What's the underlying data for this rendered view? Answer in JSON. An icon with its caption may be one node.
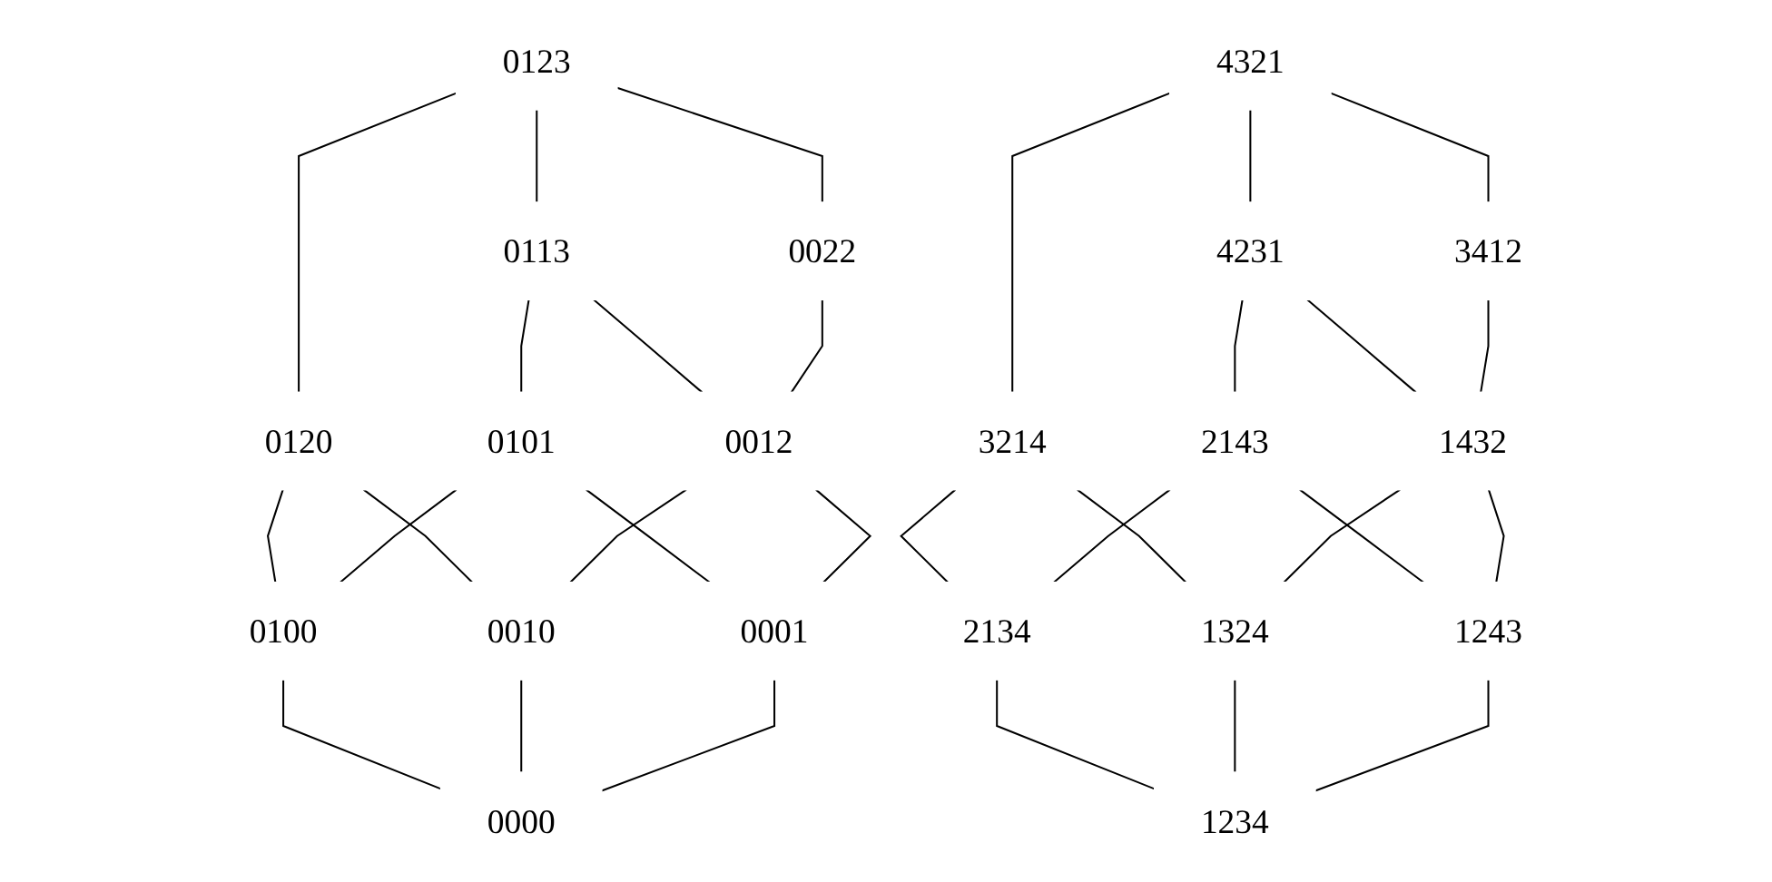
{
  "diagram": {
    "nodes": [
      {
        "text": [
          "0123"
        ]
      },
      {
        "text": [
          "0113"
        ]
      },
      {
        "text": [
          "0022"
        ]
      },
      {
        "text": [
          "0120"
        ]
      },
      {
        "text": [
          "0101"
        ]
      },
      {
        "text": [
          "0012"
        ]
      },
      {
        "text": [
          "0100"
        ]
      },
      {
        "text": [
          "0010"
        ]
      },
      {
        "text": [
          "0001"
        ]
      },
      {
        "text": [
          "0000"
        ]
      },
      {
        "text": [
          "4321"
        ]
      },
      {
        "text": [
          "4231"
        ]
      },
      {
        "text": [
          "3412"
        ]
      },
      {
        "text": [
          "3214"
        ]
      },
      {
        "text": [
          "2143"
        ]
      },
      {
        "text": [
          "1432"
        ]
      },
      {
        "text": [
          "2134"
        ]
      },
      {
        "text": [
          "1324"
        ]
      },
      {
        "text": [
          "1243"
        ]
      },
      {
        "text": [
          "1234"
        ]
      }
    ],
    "edges": [
      {
        "from": 0,
        "to": 3,
        "arrow": "none"
      },
      {
        "from": 0,
        "to": 1,
        "arrow": "none"
      },
      {
        "from": 0,
        "to": 2,
        "arrow": "none"
      },
      {
        "from": 1,
        "to": 4,
        "arrow": "none"
      },
      {
        "from": 1,
        "to": 5,
        "arrow": "none"
      },
      {
        "from": 2,
        "to": 5,
        "arrow": "none"
      },
      {
        "from": 3,
        "to": 6,
        "arrow": "none"
      },
      {
        "from": 3,
        "to": 7,
        "arrow": "none"
      },
      {
        "from": 4,
        "to": 6,
        "arrow": "none"
      },
      {
        "from": 4,
        "to": 8,
        "arrow": "none"
      },
      {
        "from": 5,
        "to": 7,
        "arrow": "none"
      },
      {
        "from": 5,
        "to": 8,
        "arrow": "none"
      },
      {
        "from": 6,
        "to": 9,
        "arrow": "none"
      },
      {
        "from": 7,
        "to": 9,
        "arrow": "none"
      },
      {
        "from": 8,
        "to": 9,
        "arrow": "none"
      },
      {
        "from": 10,
        "to": 13,
        "arrow": "none"
      },
      {
        "from": 10,
        "to": 11,
        "arrow": "none"
      },
      {
        "from": 10,
        "to": 12,
        "arrow": "none"
      },
      {
        "from": 11,
        "to": 14,
        "arrow": "none"
      },
      {
        "from": 11,
        "to": 15,
        "arrow": "none"
      },
      {
        "from": 12,
        "to": 15,
        "arrow": "none"
      },
      {
        "from": 13,
        "to": 16,
        "arrow": "none"
      },
      {
        "from": 13,
        "to": 17,
        "arrow": "none"
      },
      {
        "from": 14,
        "to": 16,
        "arrow": "none"
      },
      {
        "from": 14,
        "to": 18,
        "arrow": "none"
      },
      {
        "from": 15,
        "to": 17,
        "arrow": "none"
      },
      {
        "from": 15,
        "to": 18,
        "arrow": "none"
      },
      {
        "from": 16,
        "to": 19,
        "arrow": "none"
      },
      {
        "from": 17,
        "to": 19,
        "arrow": "none"
      },
      {
        "from": 18,
        "to": 19,
        "arrow": "none"
      }
    ]
  }
}
